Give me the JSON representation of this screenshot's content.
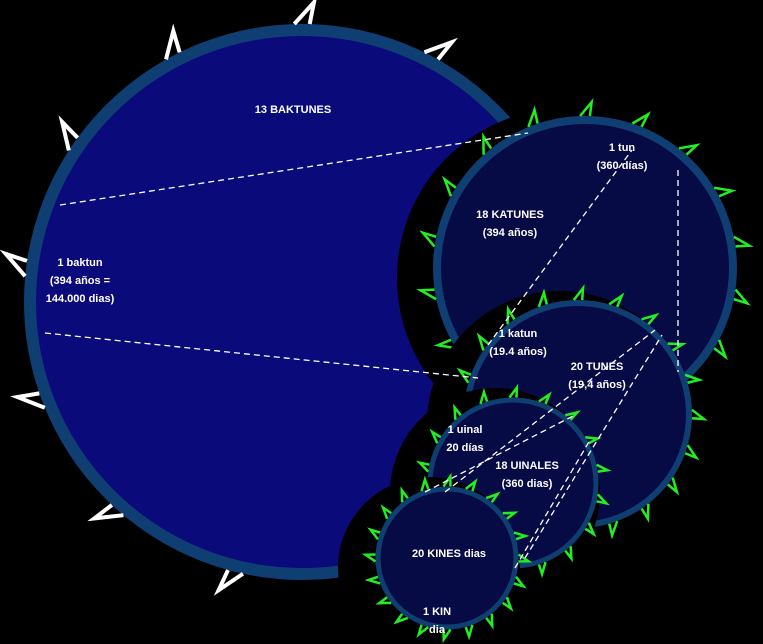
{
  "colors": {
    "background": "#000000",
    "baktun_fill": "#0a0a7a",
    "inner_fill": "#060a45",
    "ring": "#0f3f72",
    "tooth_white": "#ffffff",
    "tooth_green": "#22ee22"
  },
  "labels": {
    "baktunes": "13 BAKTUNES",
    "baktun": [
      "1 baktun",
      "(394 años =",
      "144.000 dias)"
    ],
    "katunes": [
      "18 KATUNES",
      "(394 años)"
    ],
    "tun": [
      "1 tun",
      "(360 días)"
    ],
    "katun": [
      "1 katun",
      "(19.4 años)"
    ],
    "tunes": [
      "20 TUNES",
      "(19,4 años)"
    ],
    "uinal": [
      "1 uinal",
      "20 días"
    ],
    "uinales": [
      "18 UINALES",
      "(360 dias)"
    ],
    "kines": "20 KINES dias",
    "kin": [
      "1 KIN",
      "dia"
    ]
  }
}
